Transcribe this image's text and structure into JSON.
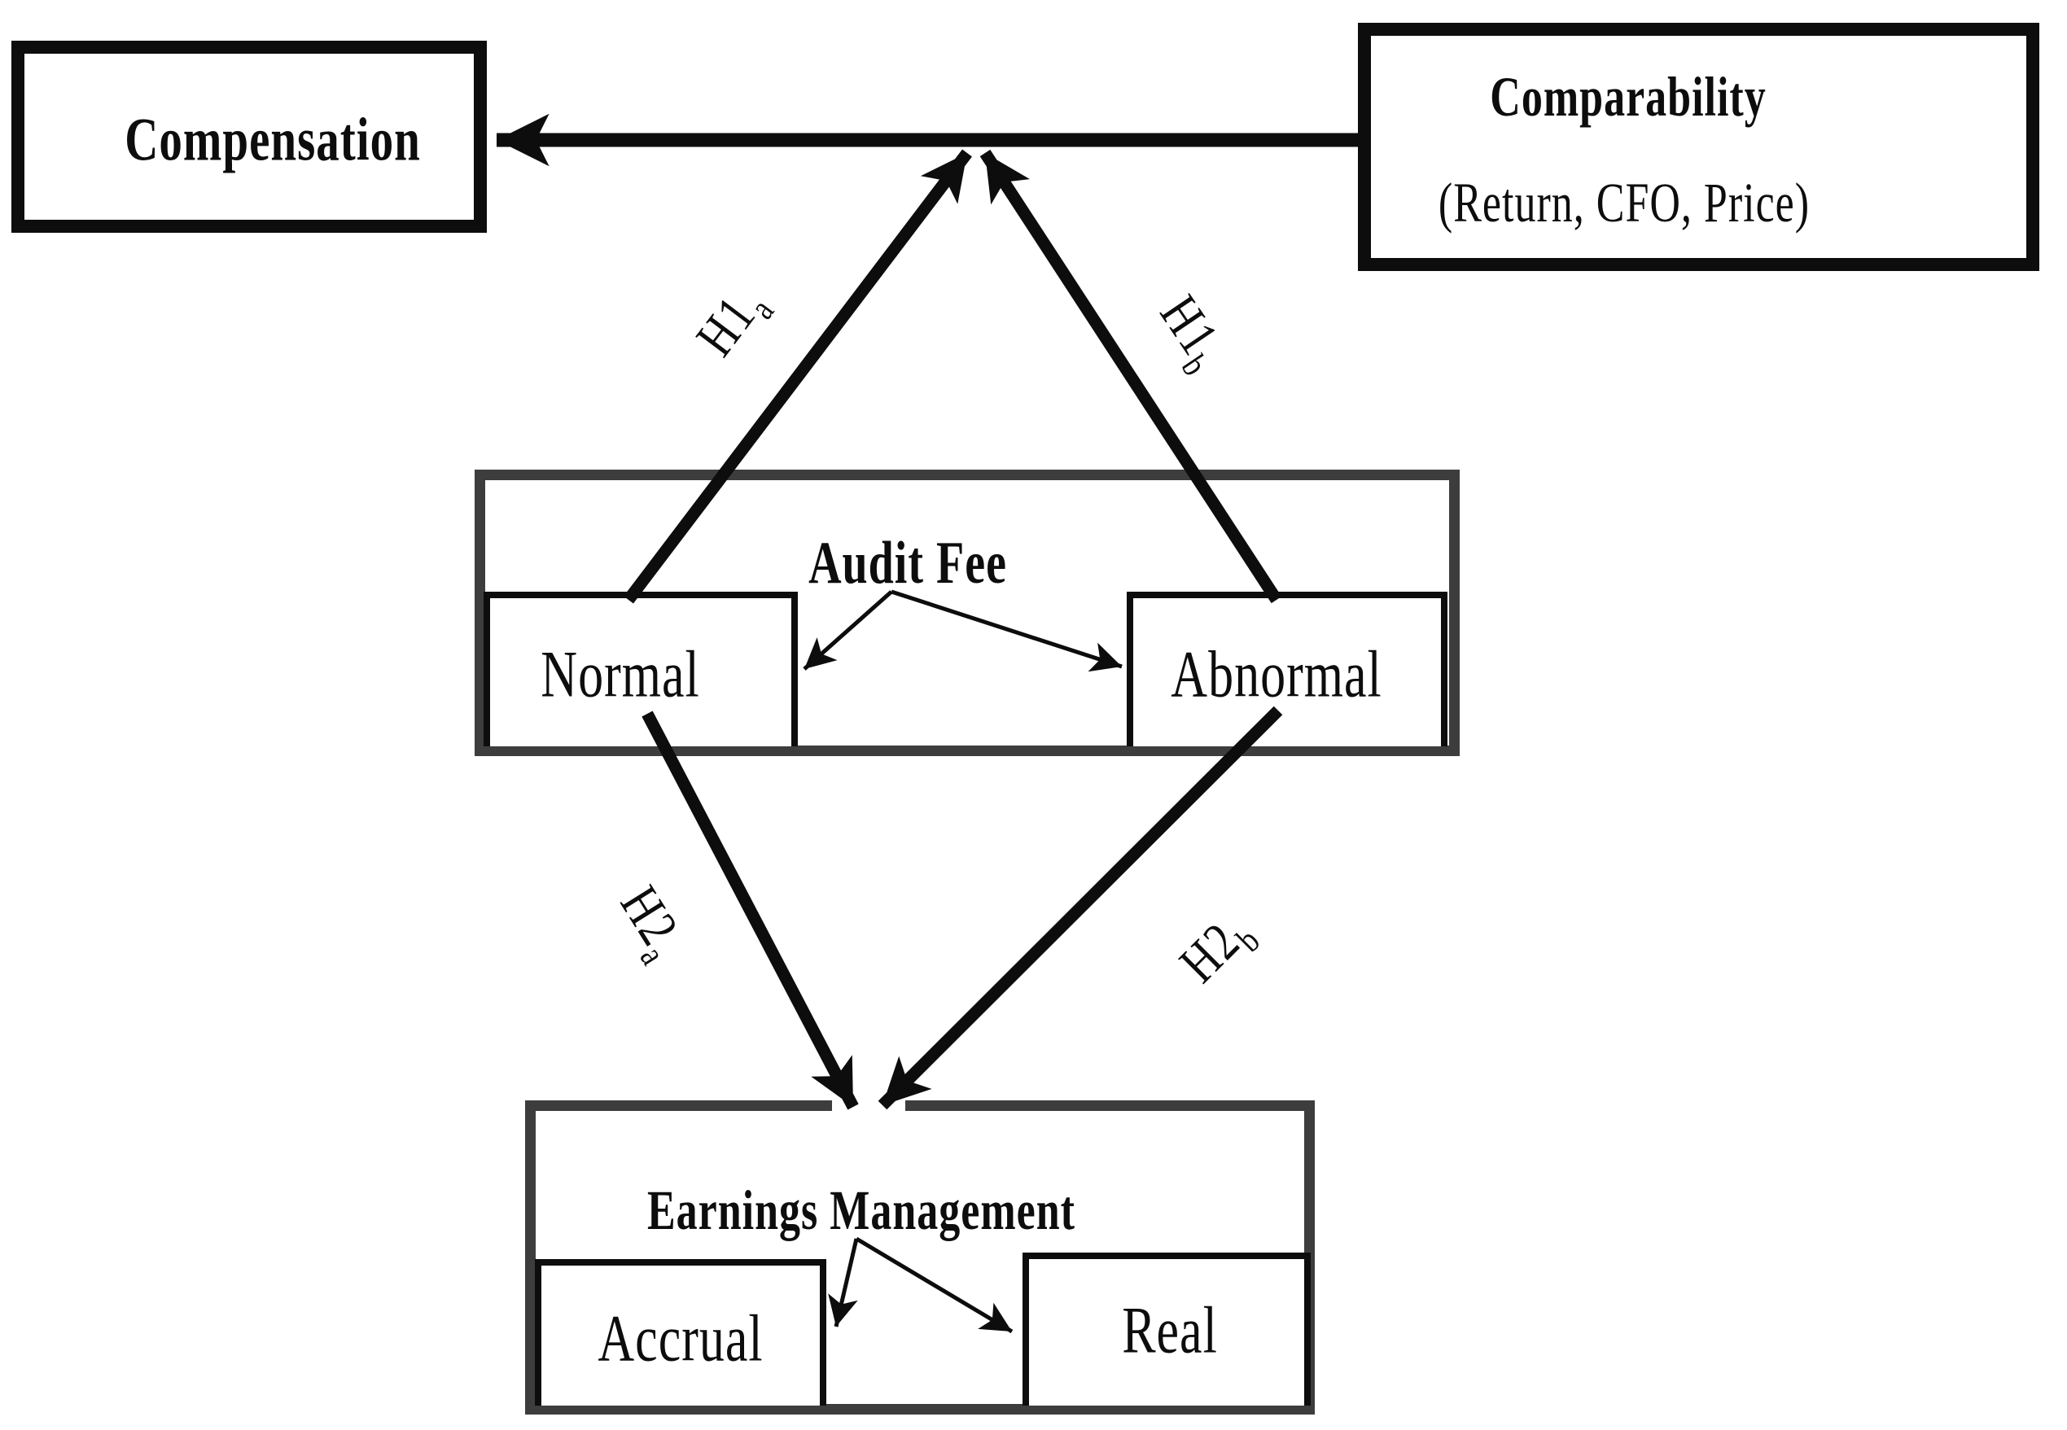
{
  "diagram": {
    "boxes": {
      "compensation": {
        "label": "Compensation"
      },
      "comparability": {
        "title": "Comparability",
        "subtitle": "(Return, CFO, Price)"
      },
      "audit_fee": {
        "title": "Audit Fee",
        "normal": "Normal",
        "abnormal": "Abnormal"
      },
      "earnings_management": {
        "title": "Earnings Management",
        "accrual": "Accrual",
        "real": "Real"
      }
    },
    "hypotheses": {
      "h1a": {
        "main": "H1",
        "sub": "a"
      },
      "h1b": {
        "main": "H1",
        "sub": "b"
      },
      "h2a": {
        "main": "H2",
        "sub": "a"
      },
      "h2b": {
        "main": "H2",
        "sub": "b"
      }
    },
    "colors": {
      "ink": "#0d0d0d",
      "outer_frame_gray": "#3d3d3d",
      "background": "#ffffff"
    }
  }
}
